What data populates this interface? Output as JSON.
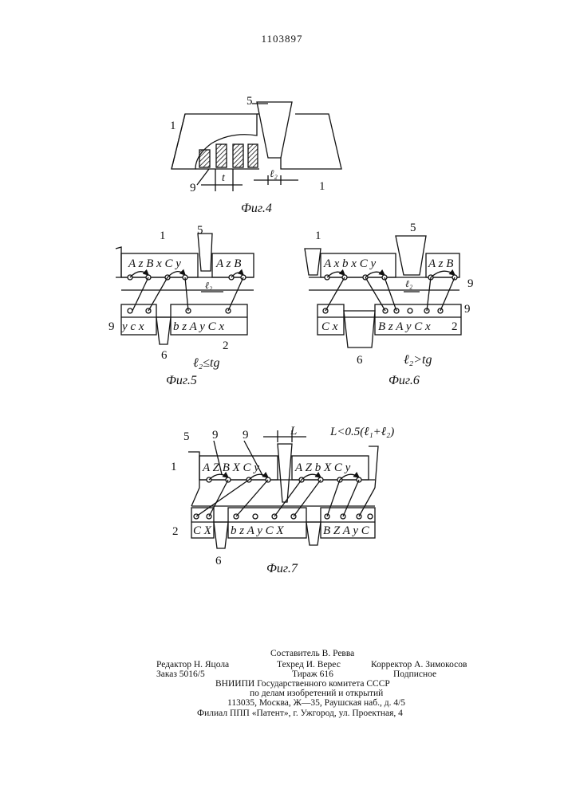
{
  "patent_number": "1103897",
  "fig4": {
    "caption": "Фиг.4",
    "labels": {
      "n1_left": "1",
      "n1_right": "1",
      "n5": "5",
      "n9": "9",
      "t": "t",
      "l2": "ℓ₂"
    }
  },
  "fig5": {
    "caption": "Фиг.5",
    "condition": "ℓ₂≤tg",
    "top_letters": "A z B x C y",
    "top_letters_right": "A z B",
    "bottom_letters_left": "y c x",
    "bottom_letters_right": "b z A y C x",
    "labels": {
      "n1": "1",
      "n5": "5",
      "n6": "6",
      "n9": "9",
      "n2": "2",
      "l2": "ℓ₂"
    }
  },
  "fig6": {
    "caption": "Фиг.6",
    "condition": "ℓ₂>tg",
    "top_letters": "A x b x C y",
    "top_letters_right": "A z B",
    "bottom_letters_left": "C x",
    "bottom_letters_right": "B z A y C x",
    "labels": {
      "n1": "1",
      "n5": "5",
      "n6": "6",
      "n9a": "9",
      "n9b": "9",
      "n2": "2",
      "l2": "ℓ₂"
    }
  },
  "fig7": {
    "caption": "Фиг.7",
    "condition": "L<0.5(ℓ₁+ℓ₂)",
    "top_letters_left": "A Z B X C y",
    "top_letters_right": "A Z b X C y",
    "bottom_letters_a": "C X",
    "bottom_letters_b": "b z A y C X",
    "bottom_letters_c": "B Z A y C",
    "labels": {
      "n5": "5",
      "n1": "1",
      "n9a": "9",
      "n9b": "9",
      "n2": "2",
      "n6": "6",
      "L": "L"
    }
  },
  "footer": {
    "compiler": "Составитель В. Ревва",
    "editor": "Редактор Н. Яцола",
    "techred": "Техред И. Верес",
    "corrector": "Корректор А. Зимокосов",
    "order": "Заказ 5016/5",
    "circulation": "Тираж 616",
    "subscription": "Подписное",
    "org1": "ВНИИПИ Государственного комитета СССР",
    "org2": "по делам изобретений и открытий",
    "address": "113035, Москва, Ж—35, Раушская наб., д. 4/5",
    "branch": "Филиал ППП «Патент», г. Ужгород, ул. Проектная, 4"
  }
}
